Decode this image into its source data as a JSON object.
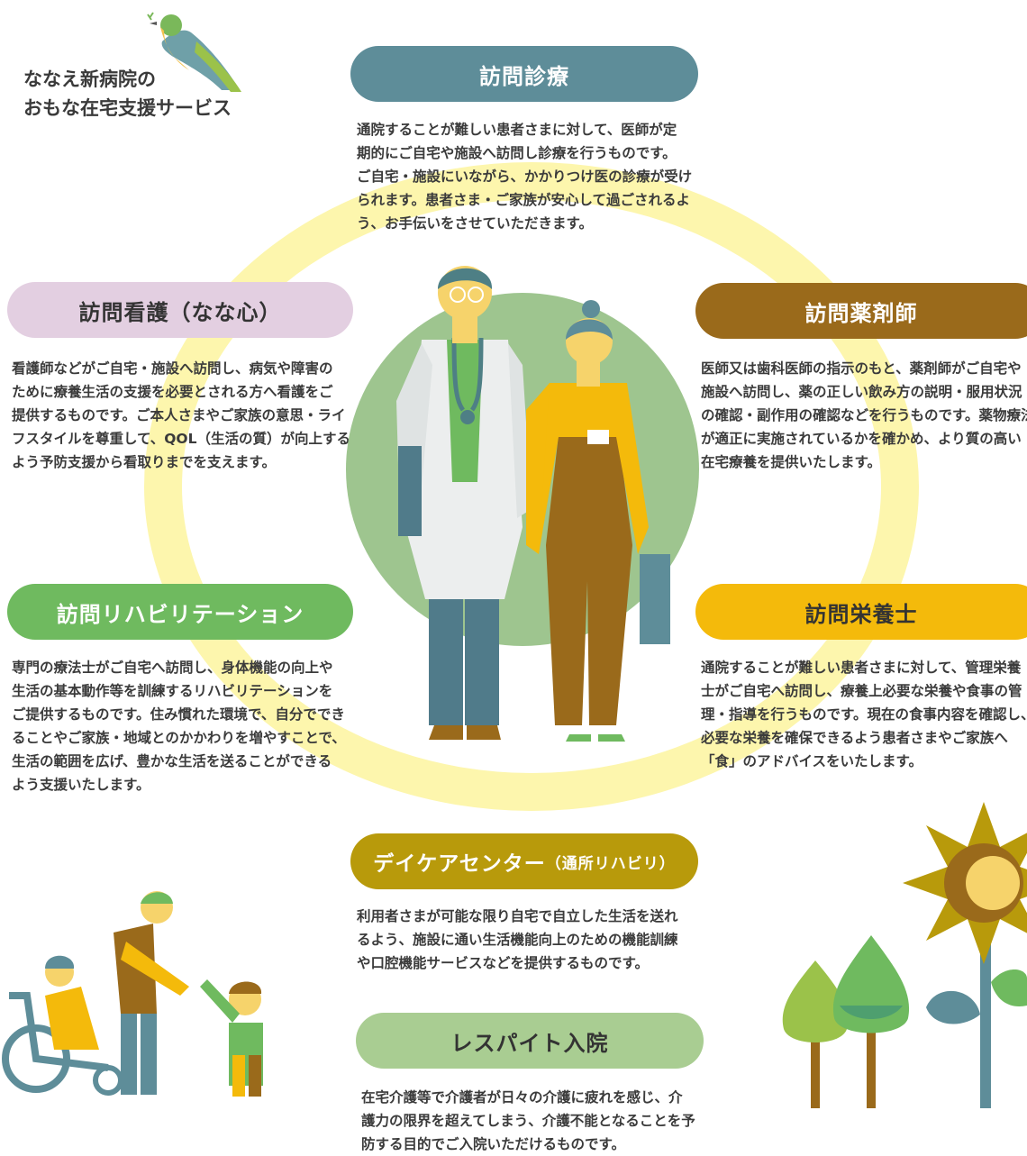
{
  "title": {
    "line1": "ななえ新病院の",
    "line2": "おもな在宅支援サービス"
  },
  "colors": {
    "home_visit_care": "#5e8d99",
    "visiting_nursing": "#e3cfe1",
    "pharmacist": "#9a6a1b",
    "rehabilitation": "#6fba5f",
    "dietitian": "#f4ba0b",
    "daycare": "#b89a0b",
    "respite": "#a9cd92",
    "ring": "#fdf6ad"
  },
  "services": {
    "home_visit_care": {
      "label": "訪問診療",
      "lines": [
        "通院することが難しい患者さまに対して、医師が定",
        "期的にご自宅や施設へ訪問し診療を行うものです。",
        "ご自宅・施設にいながら、かかりつけ医の診療が受け",
        "られます。患者さま・ご家族が安心して過ごされるよ",
        "う、お手伝いをさせていただきます。"
      ]
    },
    "visiting_nursing": {
      "label": "訪問看護（なな心）",
      "lines": [
        "看護師などがご自宅・施設へ訪問し、病気や障害の",
        "ために療養生活の支援を必要とされる方へ看護をご",
        "提供するものです。ご本人さまやご家族の意思・ライ",
        "フスタイルを尊重して、QOL（生活の質）が向上する",
        "よう予防支援から看取りまでを支えます。"
      ]
    },
    "pharmacist": {
      "label": "訪問薬剤師",
      "lines": [
        "医師又は歯科医師の指示のもと、薬剤師がご自宅や",
        "施設へ訪問し、薬の正しい飲み方の説明・服用状況",
        "の確認・副作用の確認などを行うものです。薬物療法",
        "が適正に実施されているかを確かめ、より質の高い",
        "在宅療養を提供いたします。"
      ]
    },
    "rehabilitation": {
      "label": "訪問リハビリテーション",
      "lines": [
        "専門の療法士がご自宅へ訪問し、身体機能の向上や",
        "生活の基本動作等を訓練するリハビリテーションを",
        "ご提供するものです。住み慣れた環境で、自分ででき",
        "ることやご家族・地域とのかかわりを増やすことで、",
        "生活の範囲を広げ、豊かな生活を送ることができる",
        "よう支援いたします。"
      ]
    },
    "dietitian": {
      "label": "訪問栄養士",
      "lines": [
        "通院することが難しい患者さまに対して、管理栄養",
        "士がご自宅へ訪問し、療養上必要な栄養や食事の管",
        "理・指導を行うものです。現在の食事内容を確認し、",
        "必要な栄養を確保できるよう患者さまやご家族へ",
        "「食」のアドバイスをいたします。"
      ]
    },
    "daycare": {
      "label": "デイケアセンター",
      "label_sub": "（通所リハビリ）",
      "lines": [
        "利用者さまが可能な限り自宅で自立した生活を送れ",
        "るよう、施設に通い生活機能向上のための機能訓練",
        "や口腔機能サービスなどを提供するものです。"
      ]
    },
    "respite": {
      "label": "レスパイト入院",
      "lines": [
        "在宅介護等で介護者が日々の介護に疲れを感じ、介",
        "護力の限界を超えてしまう、介護不能となることを予",
        "防する目的でご入院いただけるものです。"
      ]
    }
  }
}
